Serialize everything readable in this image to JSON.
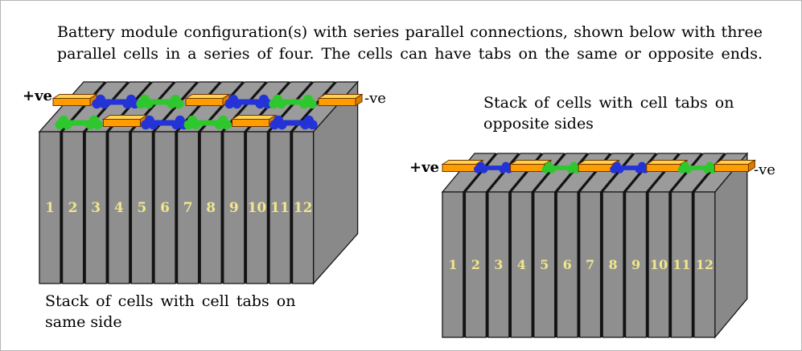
{
  "title": {
    "line1": "Battery module configuration(s) with series parallel connections, shown below with three",
    "line2": "parallel cells in a series of four. The cells can have tabs on the same or opposite ends."
  },
  "left_stack": {
    "caption": {
      "line1": "Stack of cells with cell tabs on",
      "line2": "same side"
    },
    "pos_label": "+ve",
    "neg_label": "-ve",
    "cells": [
      "1",
      "2",
      "3",
      "4",
      "5",
      "6",
      "7",
      "8",
      "9",
      "10",
      "11",
      "12"
    ],
    "connector_rows": [
      {
        "position": "back",
        "items": [
          "tab",
          "blue",
          "green",
          "tab",
          "blue",
          "green",
          "tab"
        ]
      },
      {
        "position": "front",
        "items": [
          "green",
          "tab",
          "blue",
          "green",
          "tab",
          "blue"
        ]
      }
    ]
  },
  "right_stack": {
    "caption": {
      "line1": "Stack of cells with cell tabs on",
      "line2": "opposite sides"
    },
    "pos_label": "+ve",
    "neg_label": "-ve",
    "cells": [
      "1",
      "2",
      "3",
      "4",
      "5",
      "6",
      "7",
      "8",
      "9",
      "10",
      "11",
      "12"
    ],
    "connector_rows": [
      {
        "position": "top",
        "items": [
          "tab",
          "blue",
          "tab",
          "green",
          "tab",
          "blue",
          "tab",
          "green",
          "tab"
        ]
      }
    ]
  },
  "colors": {
    "cell_front": "#8f8f8f",
    "cell_top": "#9b9b9b",
    "cell_side": "#898989",
    "cell_outline": "#151515",
    "number": "#f0e68c",
    "tab_front": "#ff9c00",
    "tab_top": "#ffd24f",
    "tab_side": "#d97c00",
    "tab_outline": "#6b3400",
    "connector_blue": "#2433d8",
    "connector_green": "#2ec82e"
  }
}
